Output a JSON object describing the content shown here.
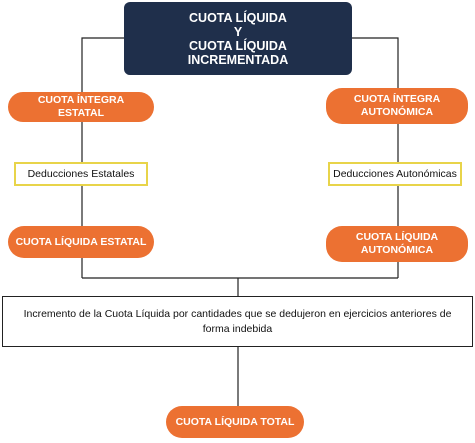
{
  "top": {
    "line1": "CUOTA LÍQUIDA",
    "line2": "Y",
    "line3": "CUOTA LÍQUIDA",
    "line4": "INCREMENTADA"
  },
  "left": {
    "integra": "CUOTA ÍNTEGRA ESTATAL",
    "deducciones": "Deducciones Estatales",
    "liquida": "CUOTA LÍQUIDA ESTATAL"
  },
  "right": {
    "integra_line1": "CUOTA ÍNTEGRA",
    "integra_line2": "AUTONÓMICA",
    "deducciones": "Deducciones Autonómicas",
    "liquida_line1": "CUOTA LÍQUIDA",
    "liquida_line2": "AUTONÓMICA"
  },
  "incremento": "Incremento de la Cuota Líquida por cantidades que se dedujeron  en ejercicios anteriores de forma indebida",
  "total": "CUOTA LÍQUIDA TOTAL",
  "colors": {
    "navy": "#1f2f4b",
    "orange": "#ec7132",
    "yellow_border": "#e8d44a"
  }
}
